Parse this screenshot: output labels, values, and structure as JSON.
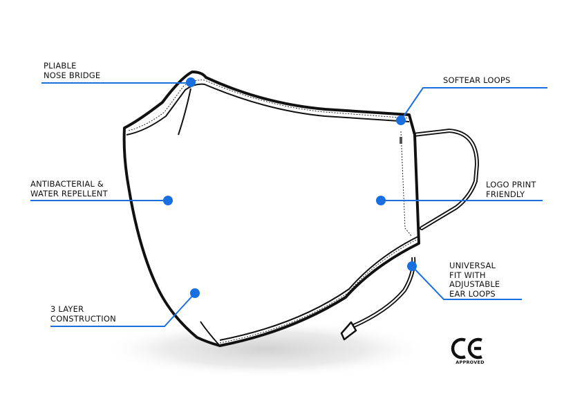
{
  "colors": {
    "callout_blue": "#1a6fe0",
    "outline": "#111111",
    "shadow": "#dcdcdc"
  },
  "callouts": {
    "nose_bridge": {
      "lines": [
        "PLIABLE",
        "NOSE BRIDGE"
      ]
    },
    "softear_loops": {
      "lines": [
        "SOFTEAR LOOPS"
      ]
    },
    "antibacterial": {
      "lines": [
        "ANTIBACTERIAL &",
        "WATER REPELLENT"
      ]
    },
    "logo_print": {
      "lines": [
        "LOGO PRINT",
        "FRIENDLY"
      ]
    },
    "three_layer": {
      "lines": [
        "3 LAYER",
        "CONSTRUCTION"
      ]
    },
    "universal_fit": {
      "lines": [
        "UNIVERSAL",
        "FIT WITH",
        "ADJUSTABLE",
        "EAR LOOPS"
      ]
    }
  },
  "certification": {
    "mark": "CE",
    "caption": "APPROVED"
  }
}
